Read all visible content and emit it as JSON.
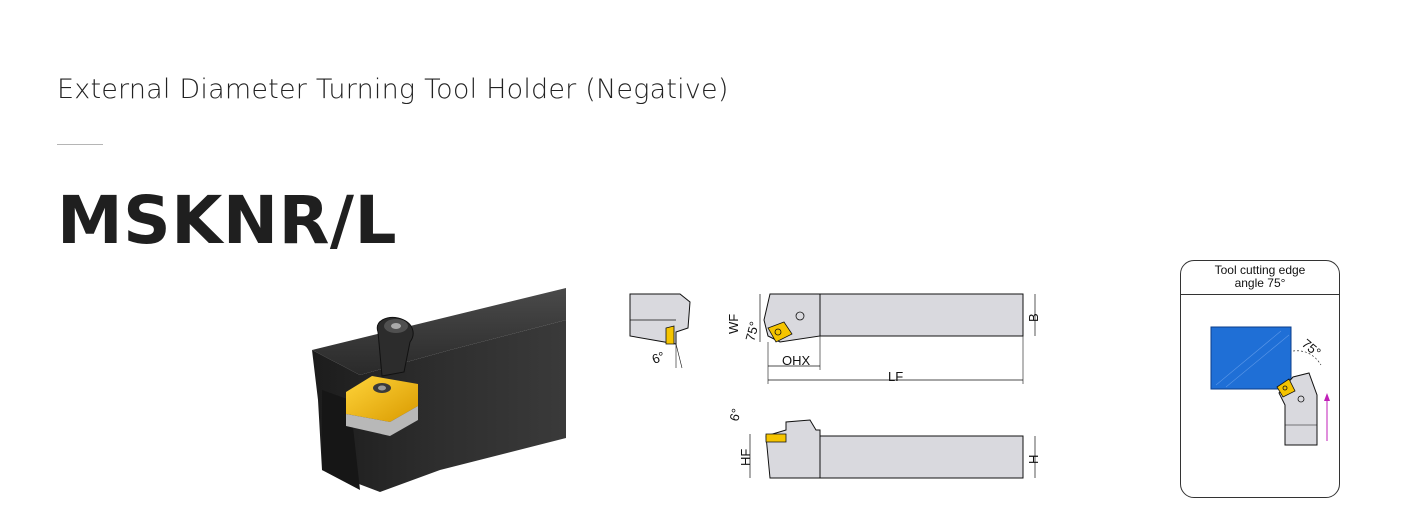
{
  "header": {
    "subtitle": "External Diameter Turning Tool Holder (Negative)",
    "model": "MSKNR/L"
  },
  "drawing": {
    "labels": {
      "wf": "WF",
      "angle_75": "75°",
      "b": "B",
      "ohx": "OHX",
      "lf": "LF",
      "angle_6_side": "6°",
      "angle_6_front": "6°",
      "hf": "HF",
      "h": "H"
    }
  },
  "angle_card": {
    "title_line1": "Tool cutting edge",
    "title_line2": "angle 75°",
    "angle_label": "75°"
  },
  "colors": {
    "insert": "#f5c400",
    "workpiece": "#1f6fd6",
    "tool_body": "#2a2a2a",
    "shank": "#d9d9de",
    "feed_arrow": "#c01fb8"
  }
}
